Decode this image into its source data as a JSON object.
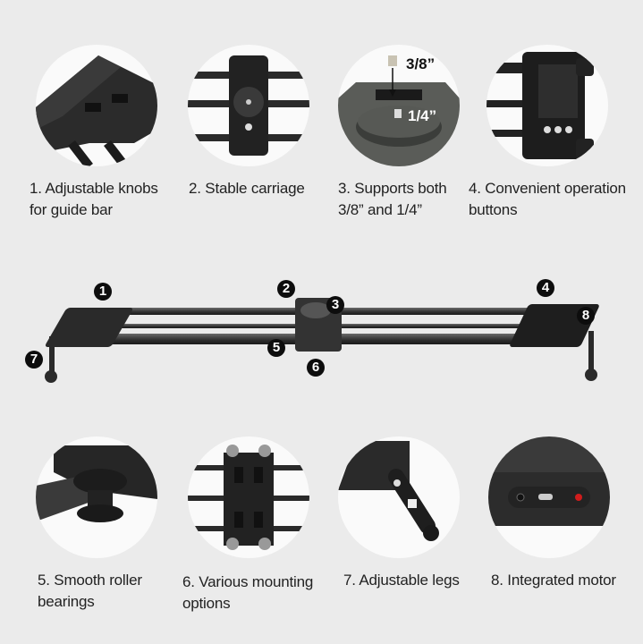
{
  "features_top": [
    {
      "number": "1",
      "line1": "1. Adjustable knobs",
      "line2": "for guide bar",
      "image": "adjustable-knobs-closeup"
    },
    {
      "number": "2",
      "line1": "2. Stable carriage",
      "line2": "",
      "image": "carriage-top-view"
    },
    {
      "number": "3",
      "line1": "3. Supports both",
      "line2": "3/8” and 1/4”",
      "image": "mount-screw-closeup"
    },
    {
      "number": "4",
      "line1": "4. Convenient operation",
      "line2": "buttons",
      "image": "control-buttons-closeup"
    }
  ],
  "features_bottom": [
    {
      "number": "5",
      "line1": "5. Smooth roller",
      "line2": "bearings",
      "image": "roller-bearing-closeup"
    },
    {
      "number": "6",
      "line1": "6. Various mounting",
      "line2": "options",
      "image": "mounting-plate-bottom-view"
    },
    {
      "number": "7",
      "line1": "7. Adjustable legs",
      "line2": "",
      "image": "leg-closeup"
    },
    {
      "number": "8",
      "line1": "8. Integrated motor",
      "line2": "",
      "image": "motor-ports-closeup"
    }
  ],
  "screw_labels": {
    "large": "3/8”",
    "small": "1/4”"
  },
  "callouts": [
    "1",
    "2",
    "3",
    "4",
    "5",
    "6",
    "7",
    "8"
  ],
  "colors": {
    "background": "#ebebeb",
    "circle": "#fafafa",
    "product": "#2a2a2a",
    "badge": "#0d0d0d",
    "led": "#d01c1c"
  }
}
